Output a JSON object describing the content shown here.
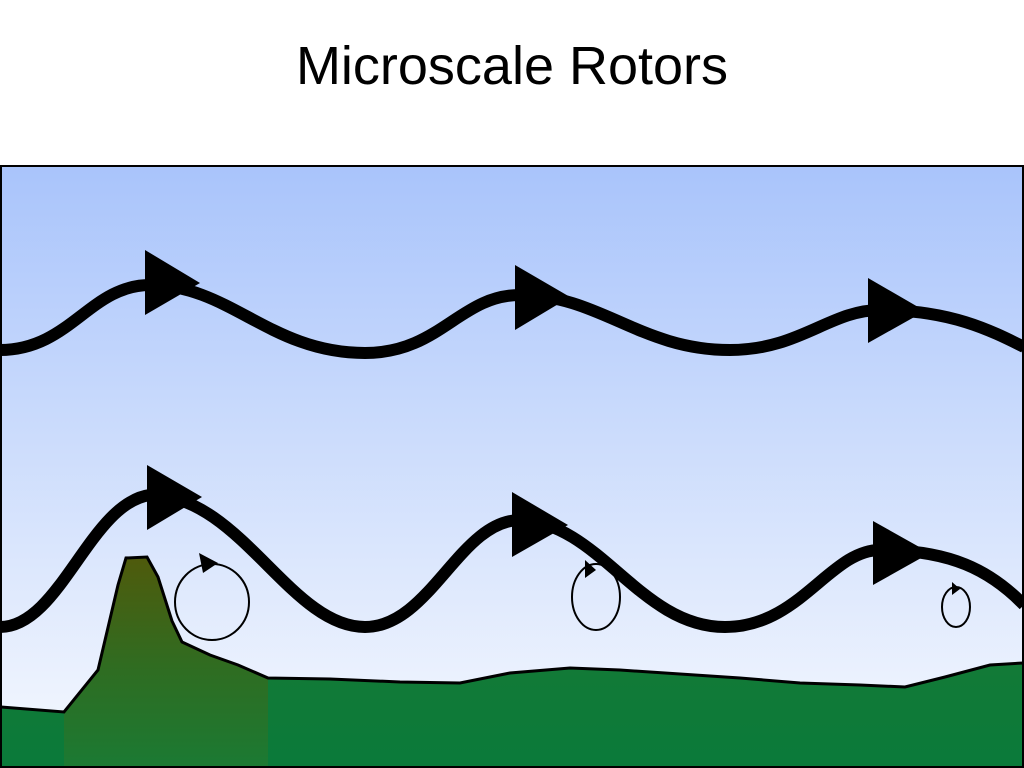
{
  "slide": {
    "title": "Microscale Rotors"
  },
  "diagram": {
    "colors": {
      "sky_top": "#a9c4fb",
      "sky_bottom": "#f6f9fe",
      "terrain": "#1b7a33",
      "mountain_peak": "#4f5a0c",
      "streamline": "#000000",
      "frame": "#000000"
    },
    "elements": [
      "upper streamline with three flow arrows",
      "lower streamline with three flow arrows",
      "mountain ridge",
      "three rotor circulations of decreasing size downstream"
    ]
  }
}
